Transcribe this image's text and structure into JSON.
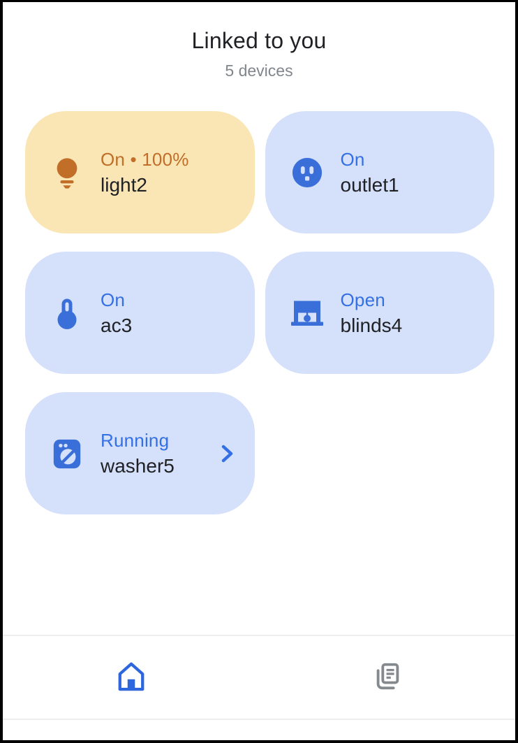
{
  "header": {
    "title": "Linked to you",
    "subtitle": "5 devices"
  },
  "devices": [
    {
      "name": "light2",
      "status": "On • 100%",
      "icon": "lightbulb-icon",
      "theme": "amber",
      "chevron": false
    },
    {
      "name": "outlet1",
      "status": "On",
      "icon": "outlet-icon",
      "theme": "blue",
      "chevron": false
    },
    {
      "name": "ac3",
      "status": "On",
      "icon": "thermometer-icon",
      "theme": "blue",
      "chevron": false
    },
    {
      "name": "blinds4",
      "status": "Open",
      "icon": "blinds-icon",
      "theme": "blue",
      "chevron": false
    },
    {
      "name": "washer5",
      "status": "Running",
      "icon": "washer-icon",
      "theme": "blue",
      "chevron": true
    }
  ],
  "nav": {
    "items": [
      {
        "name": "home",
        "icon": "home-icon",
        "active": true
      },
      {
        "name": "feed",
        "icon": "feed-icon",
        "active": false
      }
    ]
  },
  "theme": {
    "card_amber_bg": "#FAE6B5",
    "amber_accent": "#C06E28",
    "card_blue_bg": "#D5E0FA",
    "blue_text_accent": "#3470E3",
    "blue_icon": "#3A6FDA",
    "device_name_color": "#202124",
    "title_color": "#202124",
    "subtitle_color": "#80868B",
    "nav_home_active": "#2E67DD",
    "nav_feed_inactive": "#84898E",
    "divider_color": "#ECEEF0",
    "frame_border": "#000000"
  }
}
